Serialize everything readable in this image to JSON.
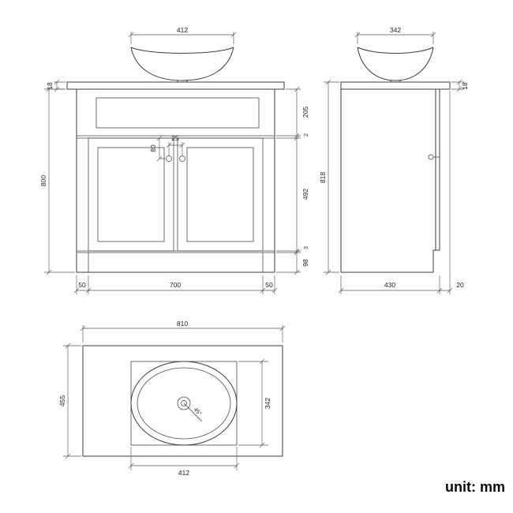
{
  "unit_label": "unit: mm",
  "front": {
    "bowl_width": "412",
    "counter_thickness": "18",
    "cabinet_height": "800",
    "top_panel_height": "205",
    "top_gap": "2",
    "handle_offset": "80",
    "handle_spacing": "25",
    "door_height": "492",
    "bottom_gap": "3",
    "plinth_height": "98",
    "left_foot_inset": "50",
    "foot_span": "700",
    "right_foot_inset": "50"
  },
  "side": {
    "bowl_depth": "342",
    "counter_thickness": "18",
    "total_height": "818",
    "cabinet_depth": "430",
    "counter_overhang": "20"
  },
  "top": {
    "counter_width": "810",
    "counter_depth": "455",
    "basin_depth": "342",
    "basin_width": "412",
    "drain_angle": "45°"
  }
}
